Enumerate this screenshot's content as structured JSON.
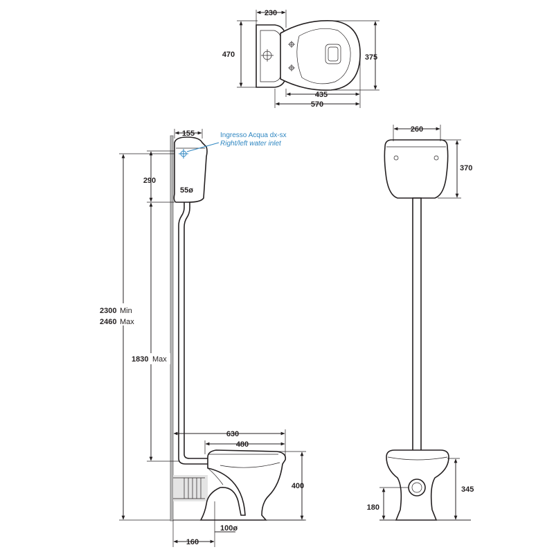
{
  "top_view": {
    "dim_width_tank": "230",
    "dim_depth_total": "470",
    "dim_depth_bowl": "375",
    "dim_bowl_length": "435",
    "dim_overall_length": "570"
  },
  "side_view": {
    "dim_tank_depth": "155",
    "water_inlet_it": "Ingresso Acqua dx-sx",
    "water_inlet_en": "Right/left water inlet",
    "dim_tank_height": "290",
    "pipe_diameter": "55ø",
    "height_min_value": "2300",
    "height_min_unit": "Min",
    "height_max_value": "2460",
    "height_max_unit": "Max",
    "pipe_height_value": "1830",
    "pipe_height_unit": "Max",
    "dim_overall_projection": "630",
    "dim_bowl_projection": "480",
    "dim_bowl_height": "400",
    "dim_outlet_offset": "160",
    "outlet_diameter": "100ø"
  },
  "front_view": {
    "dim_tank_width": "260",
    "dim_tank_height": "370",
    "dim_outlet_height": "180",
    "dim_rim_height": "345"
  }
}
